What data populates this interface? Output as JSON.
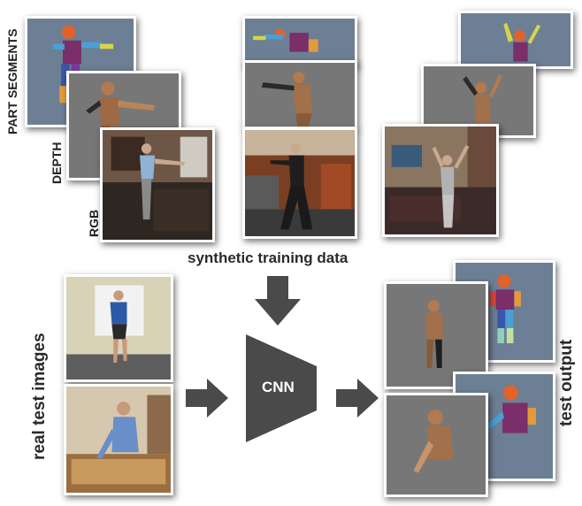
{
  "row_labels": {
    "part_segments": "PART SEGMENTS",
    "depth": "DEPTH",
    "rgb": "RGB"
  },
  "captions": {
    "synthetic": "synthetic training data",
    "real": "real test images",
    "output": "test output",
    "cnn": "CNN"
  },
  "colors": {
    "segment_bg": "#6d7f94",
    "depth_bg": "#777777",
    "arrow": "#4a4a4a",
    "cnn_block": "#4a4a4a"
  }
}
